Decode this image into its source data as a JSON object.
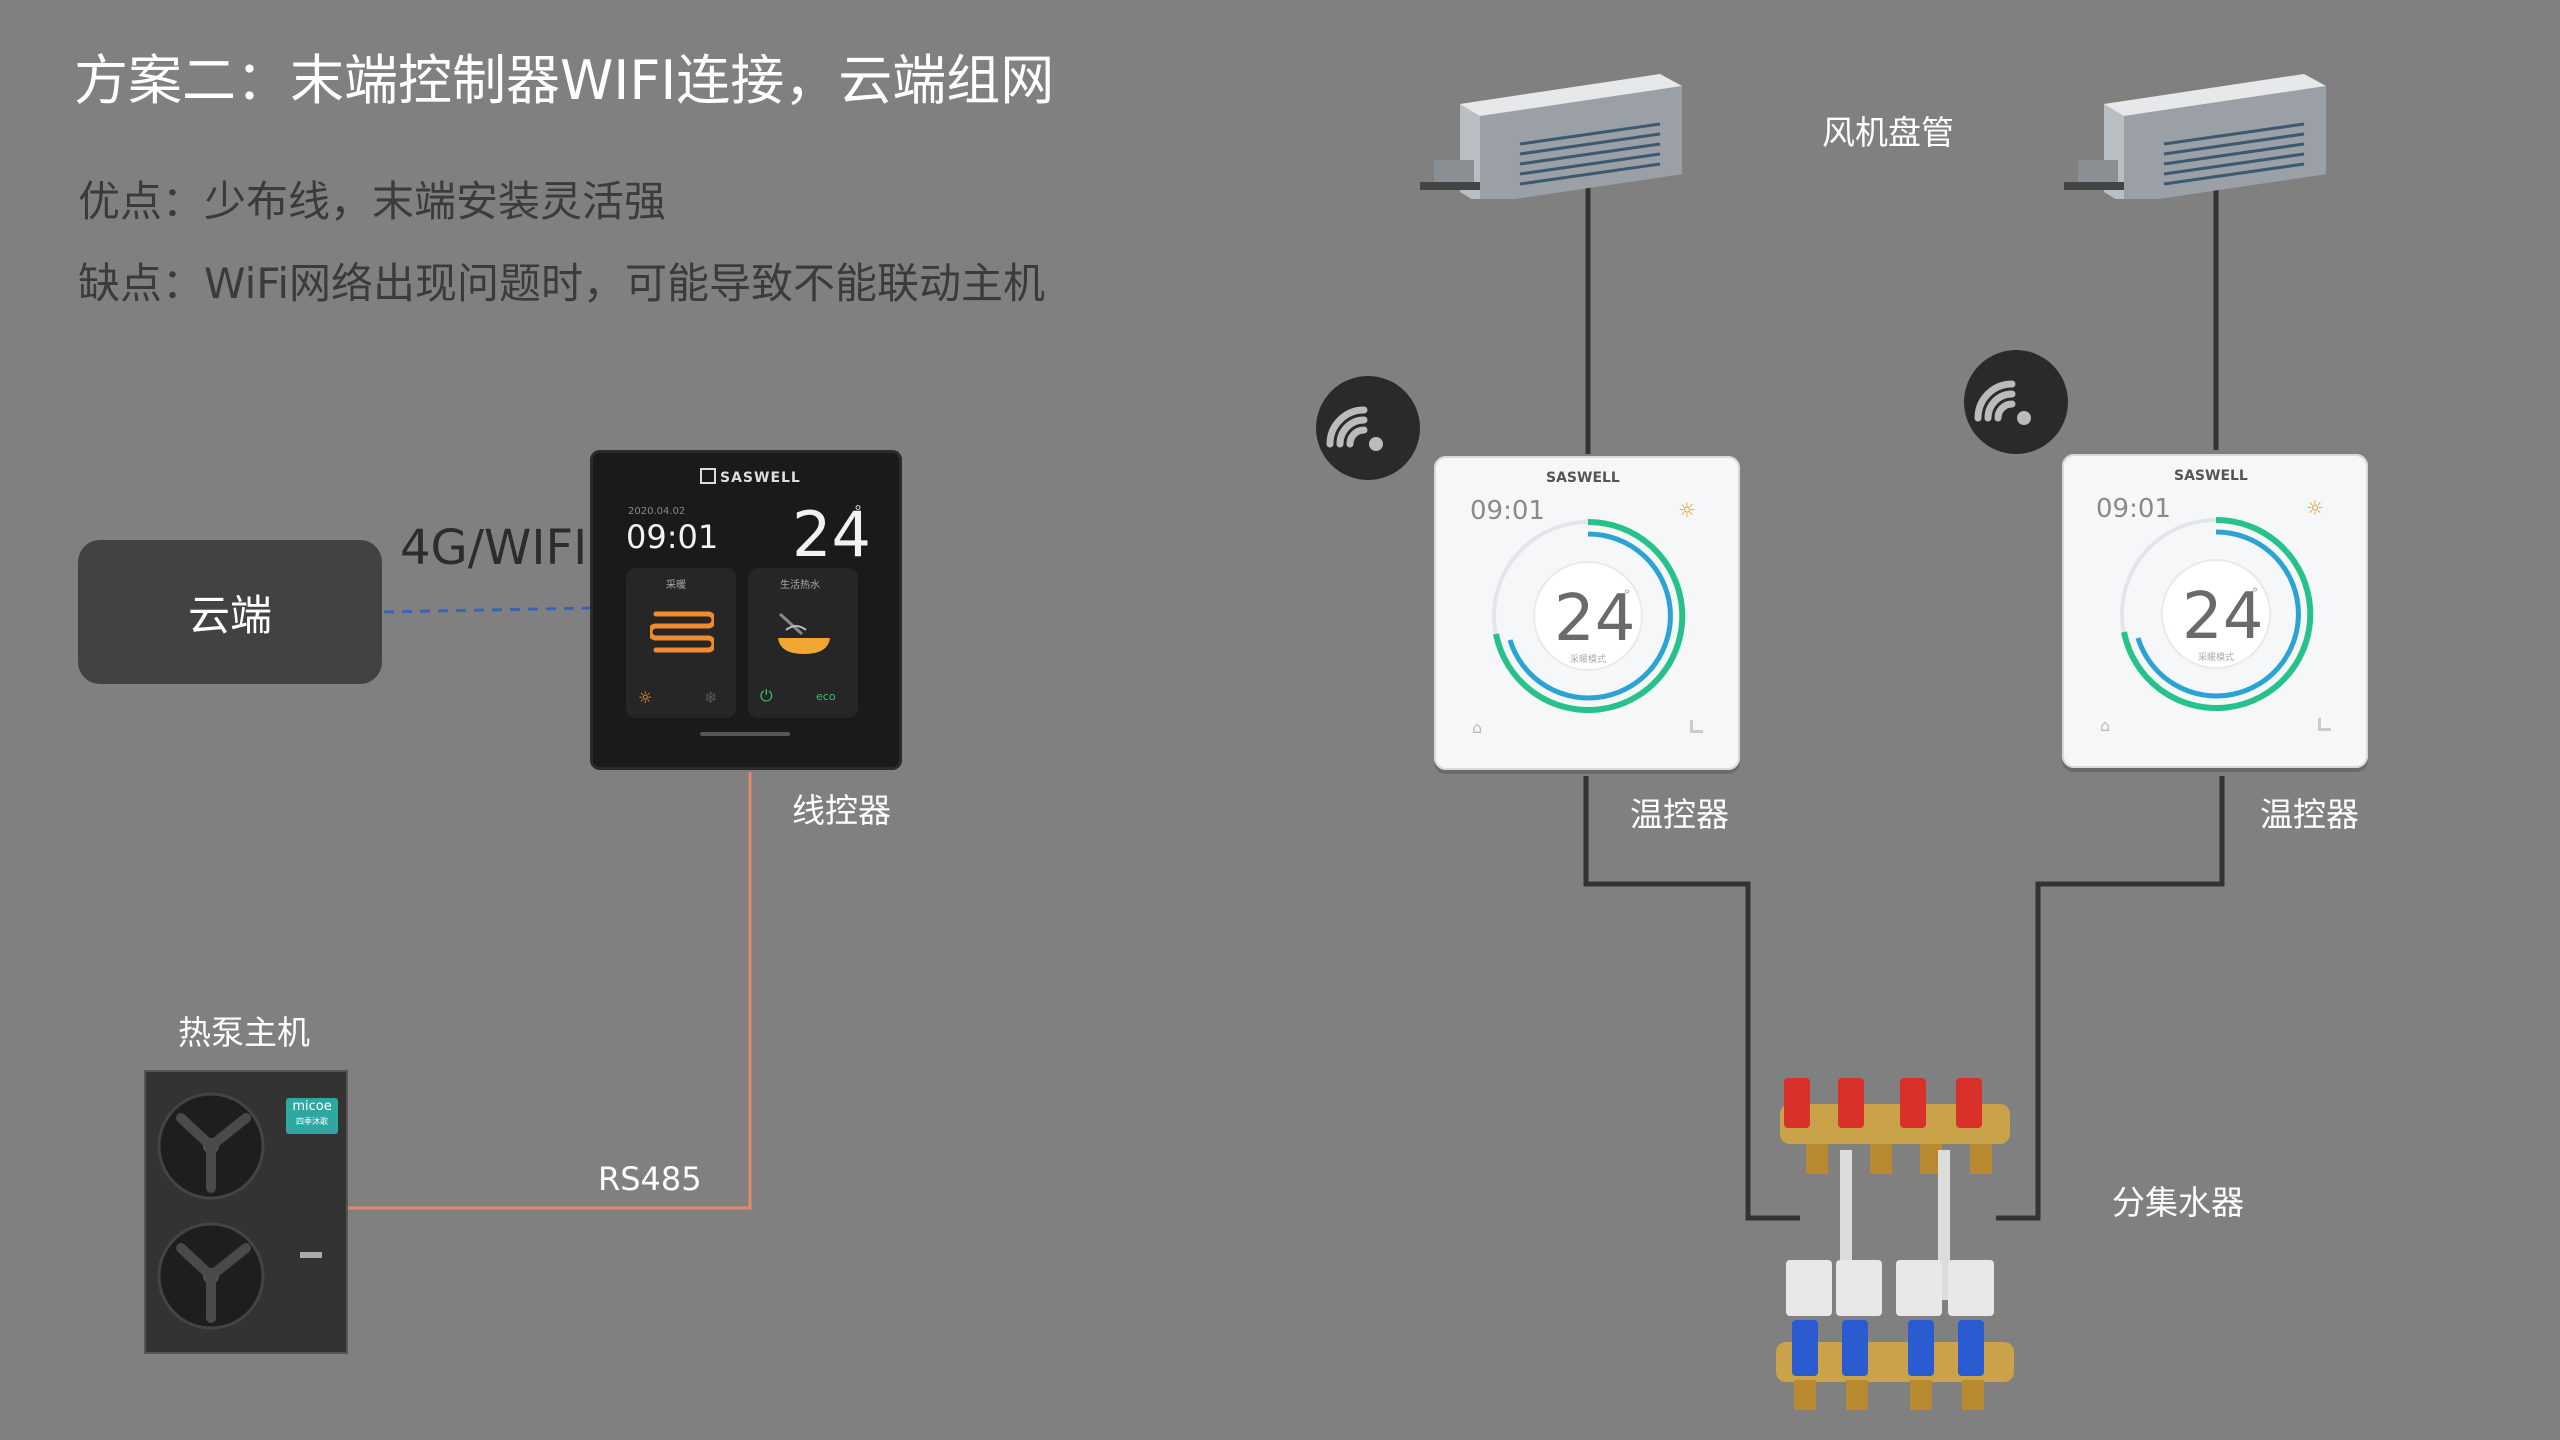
{
  "title": "方案二：末端控制器WIFI连接，云端组网",
  "pros": "优点：少布线，末端安装灵活强",
  "cons": "缺点：WiFi网络出现问题时，可能导致不能联动主机",
  "cloud": {
    "label": "云端"
  },
  "network_label": "4G/WIFI",
  "wired_controller": {
    "label": "线控器",
    "brand": "SASWELL",
    "date": "2020.04.02",
    "time": "09:01",
    "temp": "24",
    "degree": "°",
    "panel_left": "采暖",
    "panel_right": "生活热水",
    "eco": "eco"
  },
  "fan_coil_label": "风机盘管",
  "thermostat_left": {
    "label": "温控器",
    "brand": "SASWELL",
    "time": "09:01",
    "temp": "24",
    "degree": "°",
    "mode": "采暖模式"
  },
  "thermostat_right": {
    "label": "温控器",
    "brand": "SASWELL",
    "time": "09:01",
    "temp": "24",
    "degree": "°",
    "mode": "采暖模式"
  },
  "heat_pump": {
    "label": "热泵主机",
    "brand": "micoe",
    "brand_sub": "四季沐歌"
  },
  "rs485_label": "RS485",
  "manifold_label": "分集水器",
  "colors": {
    "background": "#808080",
    "dark_box": "#424242",
    "wire_orange": "#e0896a",
    "wire_blue": "#3a63b8",
    "cable": "#333333",
    "arc_green": "#27c28a",
    "arc_blue": "#2aa3d6"
  },
  "icons": [
    "wifi-icon",
    "sun-icon",
    "home-icon",
    "power-icon",
    "snowflake-icon"
  ]
}
